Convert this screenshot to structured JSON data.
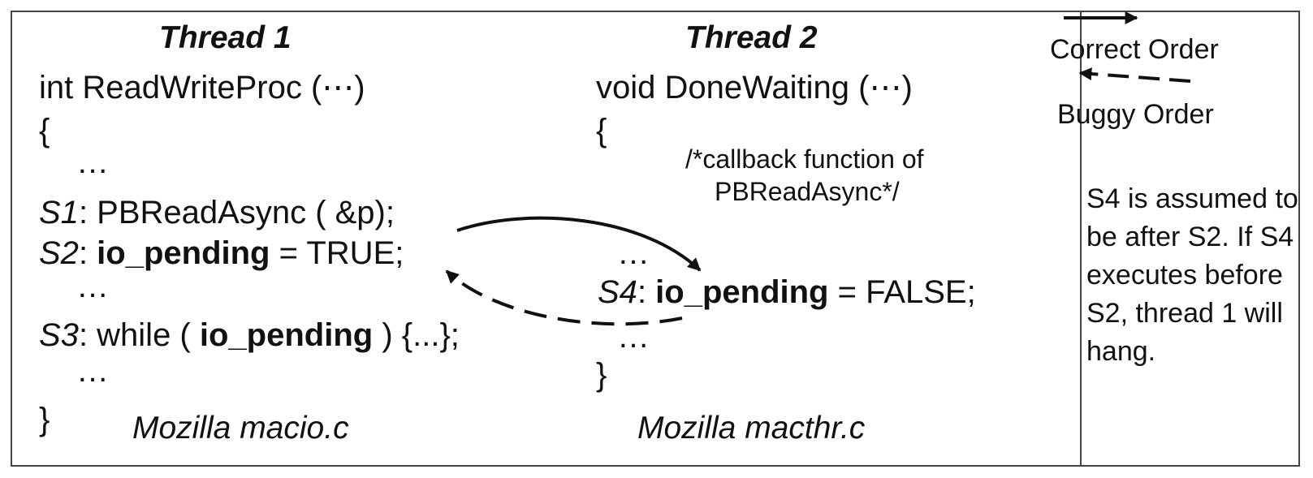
{
  "thread1": {
    "header": "Thread 1",
    "signature": "int ReadWriteProc (⋯)",
    "open_brace": "{",
    "ellipsis_1": "…",
    "s1": {
      "label": "S1",
      "sep": ":  ",
      "code": "PBReadAsync ( &p);"
    },
    "s2": {
      "label": "S2",
      "sep": ":  ",
      "var": "io_pending",
      "rest": " = TRUE;"
    },
    "ellipsis_2": "…",
    "s3": {
      "label": "S3",
      "pre": ": while ( ",
      "var": "io_pending",
      "post": " ) {...};"
    },
    "ellipsis_3": "…",
    "close_brace": "}",
    "caption": "Mozilla macio.c"
  },
  "thread2": {
    "header": "Thread 2",
    "signature": "void DoneWaiting (⋯)",
    "open_brace": "{",
    "comment_line1": "/*callback function of",
    "comment_line2": "PBReadAsync*/",
    "ellipsis_1": "…",
    "s4": {
      "label": "S4",
      "sep": ": ",
      "var": "io_pending",
      "rest": " = FALSE;"
    },
    "ellipsis_2": "…",
    "close_brace": "}",
    "caption": "Mozilla macthr.c"
  },
  "legend": {
    "correct_label": "Correct Order",
    "buggy_label": "Buggy Order",
    "note": "S4 is assumed to be after S2. If S4 executes before S2, thread 1 will hang."
  },
  "colors": {
    "ink": "#111111",
    "border": "#444444",
    "background": "#ffffff"
  }
}
